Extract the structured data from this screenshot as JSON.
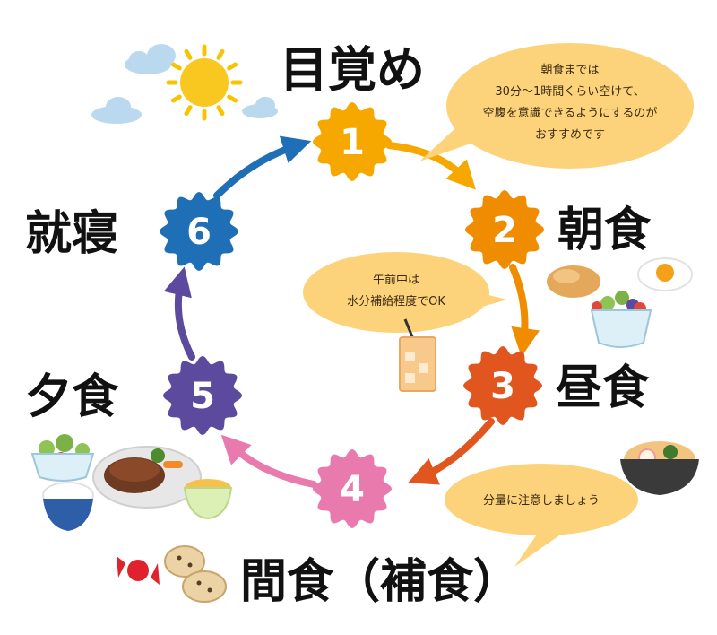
{
  "steps": [
    {
      "num": "1",
      "label": "目覚め",
      "color": "#F6A800"
    },
    {
      "num": "2",
      "label": "朝食",
      "color": "#F08C00"
    },
    {
      "num": "3",
      "label": "昼食",
      "color": "#E0561E"
    },
    {
      "num": "4",
      "label": "間食（補食）",
      "color": "#E97AAE"
    },
    {
      "num": "5",
      "label": "夕食",
      "color": "#5B4A9E"
    },
    {
      "num": "6",
      "label": "就寝",
      "color": "#1F6FB6"
    }
  ],
  "bubbles": {
    "breakfast_tip": [
      "朝食までは",
      "30分〜1時間くらい空けて、",
      "空腹を意識できるようにするのが",
      "おすすめです"
    ],
    "morning_tip": [
      "午前中は",
      "水分補給程度でOK"
    ],
    "snack_tip": [
      "分量に注意しましょう"
    ]
  },
  "colors": {
    "bubble": "#FCD37A",
    "arrow_1_2": "#F6A800",
    "arrow_2_3": "#F08C00",
    "arrow_3_4": "#E0561E",
    "arrow_4_5": "#E97AAE",
    "arrow_5_6": "#5B4A9E",
    "arrow_6_1": "#1F6FB6"
  }
}
